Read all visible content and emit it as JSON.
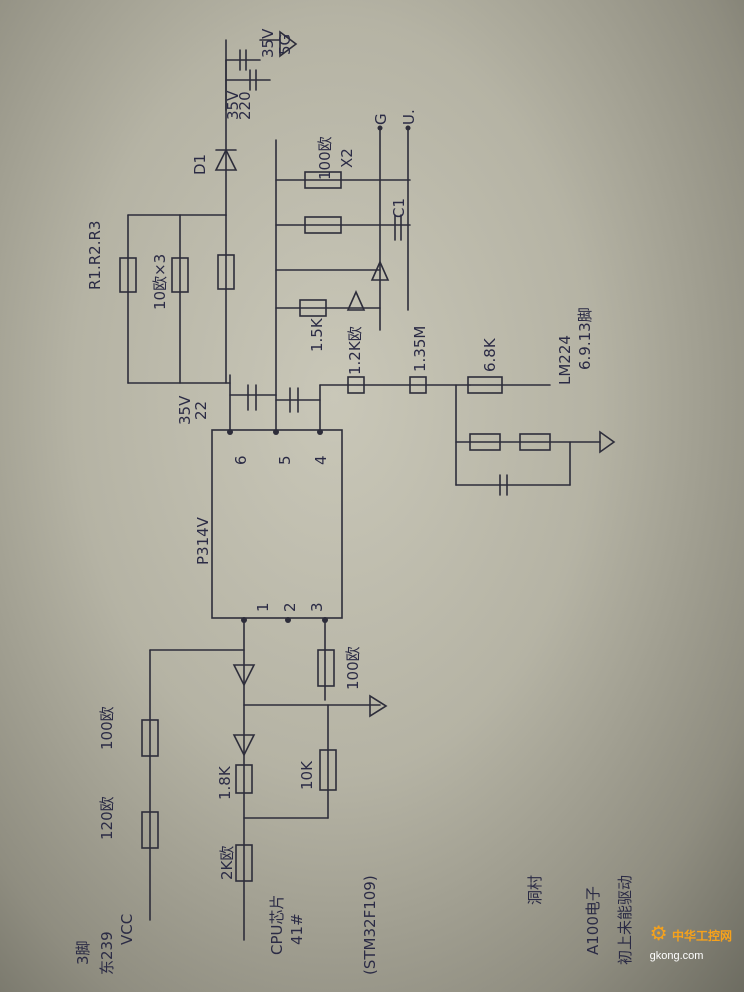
{
  "labels": {
    "ic": "P314V",
    "pin1": "1",
    "pin2": "2",
    "pin3": "3",
    "pin4": "4",
    "pin5": "5",
    "pin6": "6",
    "cap_35v_22": "35V",
    "cap_22": "22",
    "r1r2r3": "R1.R2.R3",
    "r_100x3": "10欧×3",
    "diode_d1": "D1",
    "cap_top_35v": "35V",
    "cap_top_220": "220",
    "top_35v": "35V",
    "top_5g": "5G",
    "r_100_x2": "100欧",
    "x2": "X2",
    "c1": "C1",
    "out_g": "G",
    "out_u": "U.",
    "r_15k": "1.5K",
    "r_12k": "1.2K欧",
    "r_135m": "1.35M",
    "r_68k": "6.8K",
    "lm224": "LM224",
    "lm_pins": "6.9.13脚",
    "r_100_pin3": "100欧",
    "r_10k": "10K",
    "r_18k": "1.8K",
    "r_2k": "2K欧",
    "r_100_top": "100欧",
    "r_120": "120欧",
    "vcc": "VCC",
    "pins_note": "东239",
    "pins_note2": "3脚",
    "cpu": "CPU芯片",
    "cpu_pin": "41#",
    "stm": "(STM32F109)",
    "note1": "洞村",
    "note2": "A100电子",
    "note3": "初上未能驱动"
  },
  "watermark": {
    "cn": "中华工控网",
    "url": "gkong.com"
  },
  "colors": {
    "ink": "#2b2b45",
    "paper": "#c9c7b8",
    "brand": "#f7a21b"
  }
}
